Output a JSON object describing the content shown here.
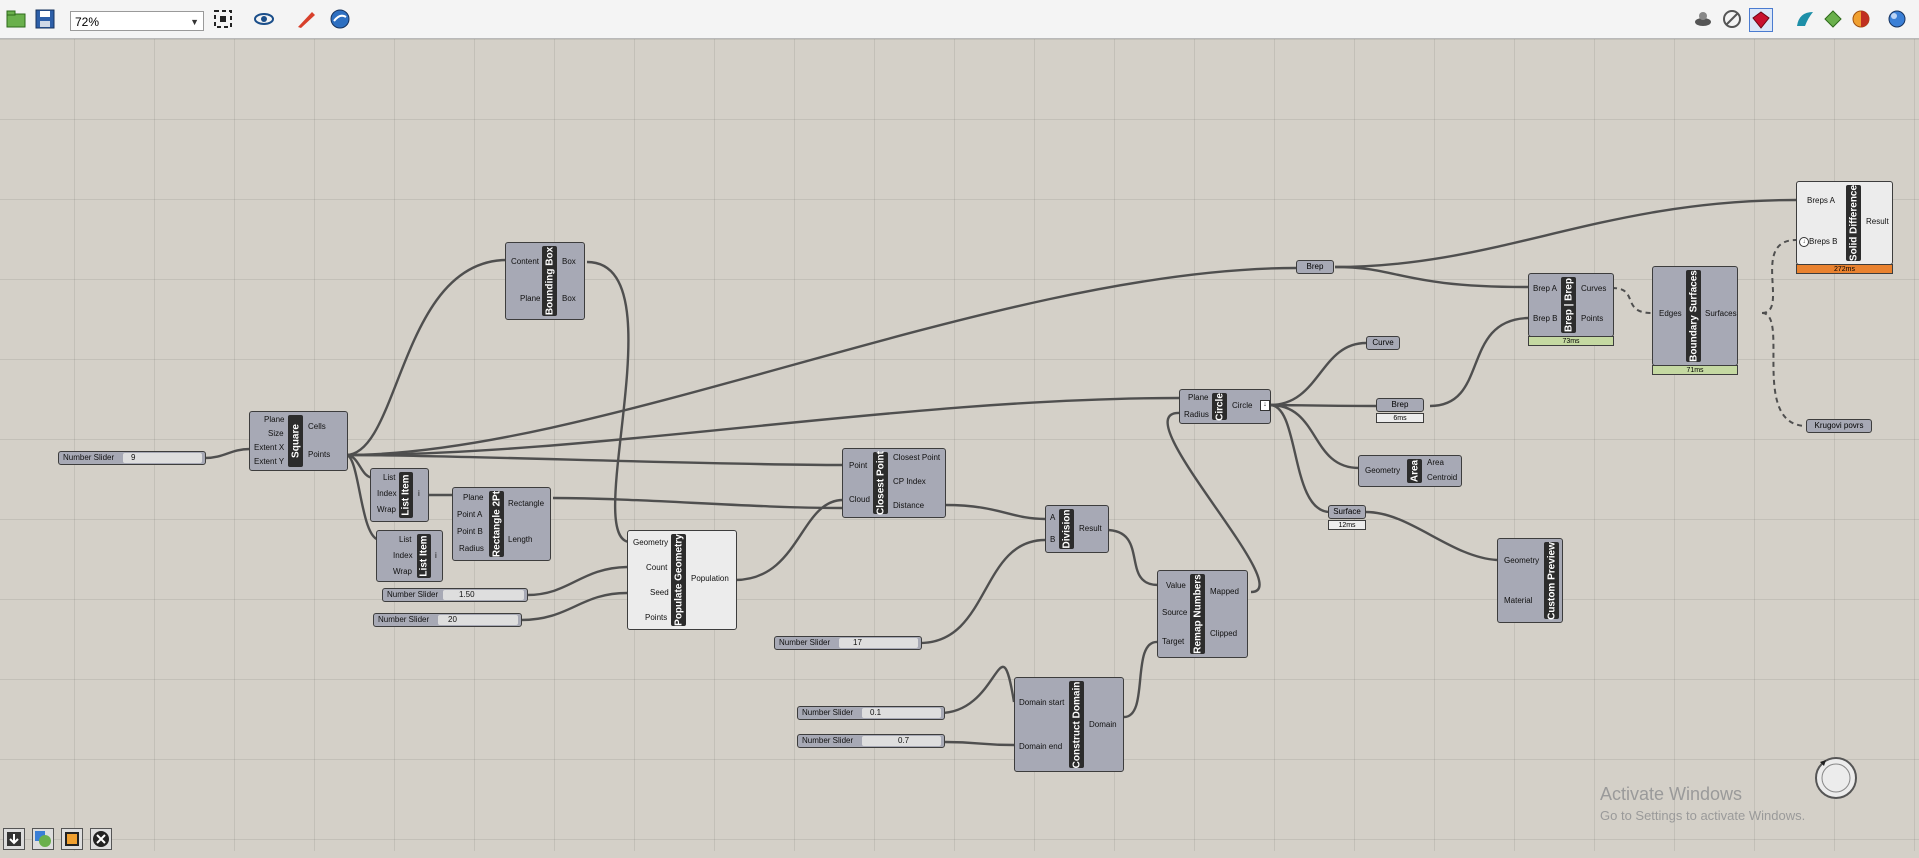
{
  "toolbar": {
    "zoom": "72%",
    "left_icons": [
      "open-file-icon",
      "save-icon",
      "zoom-extents-icon",
      "preview-eye-icon",
      "sketch-pen-icon",
      "globe-icon"
    ],
    "right_icons": [
      "preview-toggle-icon",
      "wireframe-icon",
      "shaded-preview-icon",
      "blue-material-icon",
      "green-material-icon",
      "sphere-material-icon",
      "blue-sphere-icon"
    ]
  },
  "components": {
    "square": {
      "title": "Square",
      "inputs": [
        "Plane",
        "Size",
        "Extent X",
        "Extent Y"
      ],
      "outputs": [
        "Cells",
        "Points"
      ]
    },
    "bounding_box": {
      "title": "Bounding Box",
      "inputs": [
        "Content",
        "Plane"
      ],
      "outputs": [
        "Box",
        "Box"
      ]
    },
    "list_item_1": {
      "title": "List Item",
      "inputs": [
        "List",
        "Index",
        "Wrap"
      ],
      "outputs": [
        "i"
      ]
    },
    "list_item_2": {
      "title": "List Item",
      "inputs": [
        "List",
        "Index",
        "Wrap"
      ],
      "outputs": [
        "i"
      ]
    },
    "rectangle": {
      "title": "Rectangle 2Pt",
      "inputs": [
        "Plane",
        "Point A",
        "Point B",
        "Radius"
      ],
      "outputs": [
        "Rectangle",
        "Length"
      ]
    },
    "populate": {
      "title": "Populate Geometry",
      "inputs": [
        "Geometry",
        "Count",
        "Seed",
        "Points"
      ],
      "outputs": [
        "Population"
      ]
    },
    "closest_point": {
      "title": "Closest Point",
      "inputs": [
        "Point",
        "Cloud"
      ],
      "outputs": [
        "Closest Point",
        "CP Index",
        "Distance"
      ]
    },
    "division": {
      "title": "Division",
      "inputs": [
        "A",
        "B"
      ],
      "outputs": [
        "Result"
      ]
    },
    "remap": {
      "title": "Remap Numbers",
      "inputs": [
        "Value",
        "Source",
        "Target"
      ],
      "outputs": [
        "Mapped",
        "Clipped"
      ]
    },
    "construct_domain": {
      "title": "Construct Domain",
      "inputs": [
        "Domain start",
        "Domain end"
      ],
      "outputs": [
        "Domain"
      ]
    },
    "circle": {
      "title": "Circle",
      "inputs": [
        "Plane",
        "Radius"
      ],
      "outputs": [
        "Circle"
      ]
    },
    "area": {
      "title": "Area",
      "inputs": [
        "Geometry"
      ],
      "outputs": [
        "Area",
        "Centroid"
      ]
    },
    "custom_preview": {
      "title": "Custom Preview",
      "inputs": [
        "Geometry",
        "Material"
      ],
      "outputs": []
    },
    "brep_brep": {
      "title": "Brep | Brep",
      "inputs": [
        "Brep A",
        "Brep B"
      ],
      "outputs": [
        "Curves",
        "Points"
      ],
      "timing": "73ms"
    },
    "boundary_surfaces": {
      "title": "Boundary Surfaces",
      "inputs": [
        "Edges"
      ],
      "outputs": [
        "Surfaces"
      ],
      "timing": "71ms"
    },
    "solid_difference": {
      "title": "Solid Difference",
      "inputs": [
        "Breps A",
        "Breps B"
      ],
      "outputs": [
        "Result"
      ],
      "timing": "272ms"
    }
  },
  "params": {
    "brep_top": "Brep",
    "curve": "Curve",
    "brep_mid": "Brep",
    "brep_mid_timing": "6ms",
    "surface": "Surface",
    "surface_timing": "12ms",
    "krugovi": "Krugovi povrs"
  },
  "sliders": [
    {
      "name": "Number Slider",
      "value": "9"
    },
    {
      "name": "Number Slider",
      "value": "1.50"
    },
    {
      "name": "Number Slider",
      "value": "20"
    },
    {
      "name": "Number Slider",
      "value": "17"
    },
    {
      "name": "Number Slider",
      "value": "0.1"
    },
    {
      "name": "Number Slider",
      "value": "0.7"
    }
  ],
  "watermark": {
    "title": "Activate Windows",
    "subtitle": "Go to Settings to activate Windows."
  },
  "colors": {
    "canvas": "#d4d0c8",
    "component": "#a7a9b5",
    "timing_green": "#c5d9a2",
    "timing_orange": "#e9822f",
    "wire": "#555555"
  }
}
